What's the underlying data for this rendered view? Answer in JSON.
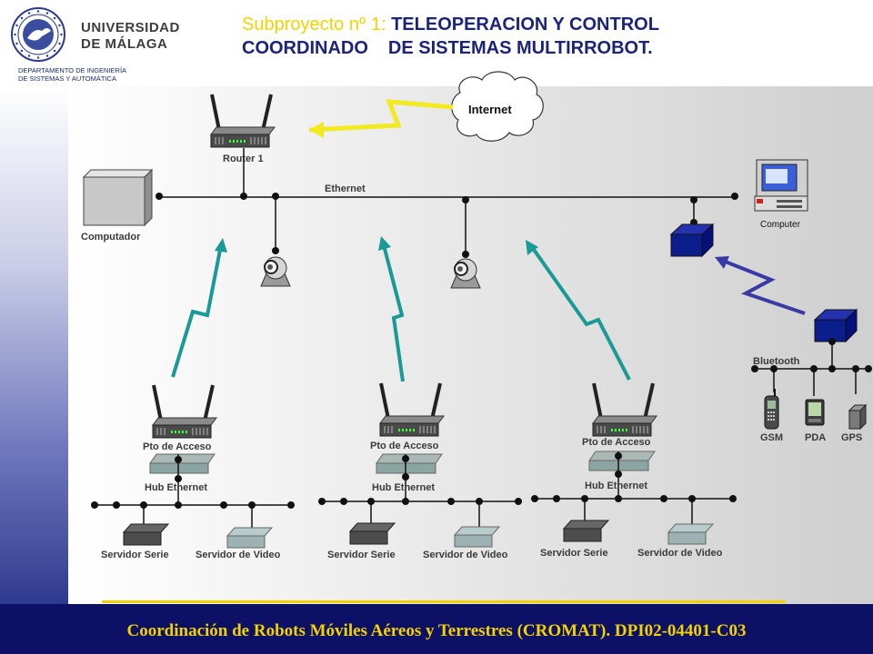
{
  "header": {
    "university": [
      "UNIVERSIDAD",
      "DE MÁLAGA"
    ],
    "department": [
      "DEPARTAMENTO DE INGENIERÍA",
      "DE SISTEMAS Y AUTOMÁTICA"
    ],
    "title_prefix": "Subproyecto nº 1:",
    "title_line1": "TELEOPERACION Y CONTROL",
    "title_line2a": "COORDINADO",
    "title_line2b": "DE SISTEMAS MULTIRROBOT."
  },
  "diagram": {
    "internet": "Internet",
    "router": "Router 1",
    "ethernet": "Ethernet",
    "computador": "Computador",
    "computer": "Computer",
    "bluetooth": "Bluetooth",
    "devices": [
      "GSM",
      "PDA",
      "GPS"
    ],
    "groups": [
      {
        "access_point": "Pto de Acceso",
        "hub": "Hub Ethernet",
        "server_serial": "Servidor Serie",
        "server_video": "Servidor de Video"
      },
      {
        "access_point": "Pto de Acceso",
        "hub": "Hub Ethernet",
        "server_serial": "Servidor Serie",
        "server_video": "Servidor de Video"
      },
      {
        "access_point": "Pto de Acceso",
        "hub": "Hub Ethernet",
        "server_serial": "Servidor Serie",
        "server_video": "Servidor de Video"
      }
    ]
  },
  "footer": {
    "text": "Coordinación de Robots Móviles Aéreos y Terrestres (CROMAT).   DPI02-04401-C03"
  },
  "colors": {
    "title_blue": "#1b237a",
    "accent_yellow": "#f2d200",
    "footer_navy": "#0d1166",
    "wireless_teal": "#1a9a96",
    "bluetooth_blue": "#3a3aa5",
    "device_blue": "#0c1d8c"
  }
}
